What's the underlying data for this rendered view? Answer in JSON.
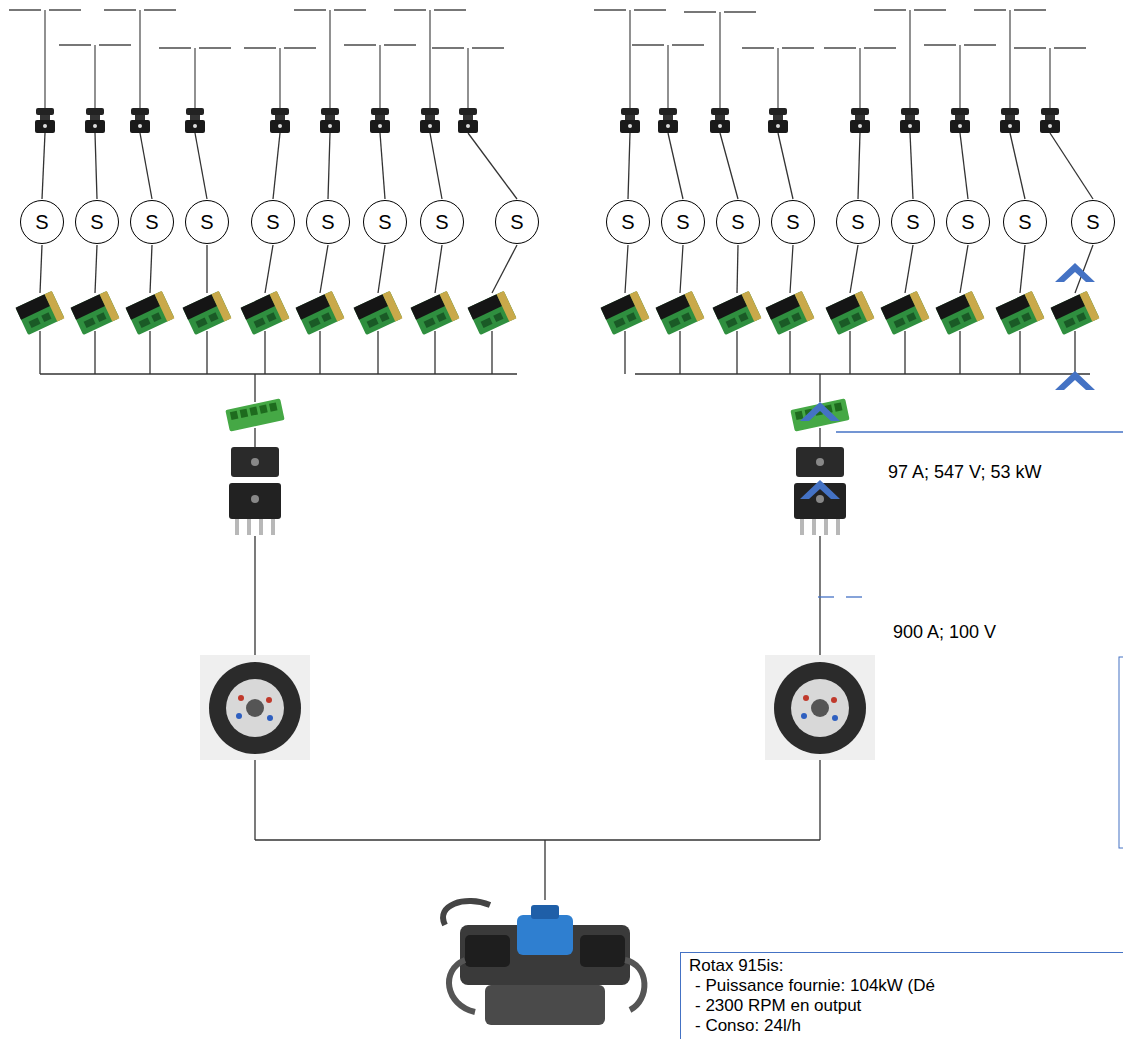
{
  "diagram": {
    "nodes": [
      {
        "text": [
          "S"
        ]
      },
      {
        "text": [
          "S"
        ]
      },
      {
        "text": [
          "S"
        ]
      },
      {
        "text": [
          "S"
        ]
      },
      {
        "text": [
          "S"
        ]
      },
      {
        "text": [
          "S"
        ]
      },
      {
        "text": [
          "S"
        ]
      },
      {
        "text": [
          "S"
        ]
      },
      {
        "text": [
          "S"
        ]
      },
      {
        "text": [
          "S"
        ]
      },
      {
        "text": [
          "S"
        ]
      },
      {
        "text": [
          "S"
        ]
      },
      {
        "text": [
          "S"
        ]
      },
      {
        "text": [
          "S"
        ]
      },
      {
        "text": [
          "S"
        ]
      },
      {
        "text": [
          "S"
        ]
      },
      {
        "text": [
          "S"
        ]
      },
      {
        "text": [
          "S"
        ]
      },
      {
        "text": [
          "Rotax 915is:",
          "- Puissance fournie: 104kW (Dé",
          "- 2300 RPM en output",
          "- Conso: 24l/h"
        ]
      }
    ],
    "labels": [
      "97 A; 547 V; 53 kW",
      "900 A; 100 V"
    ]
  }
}
